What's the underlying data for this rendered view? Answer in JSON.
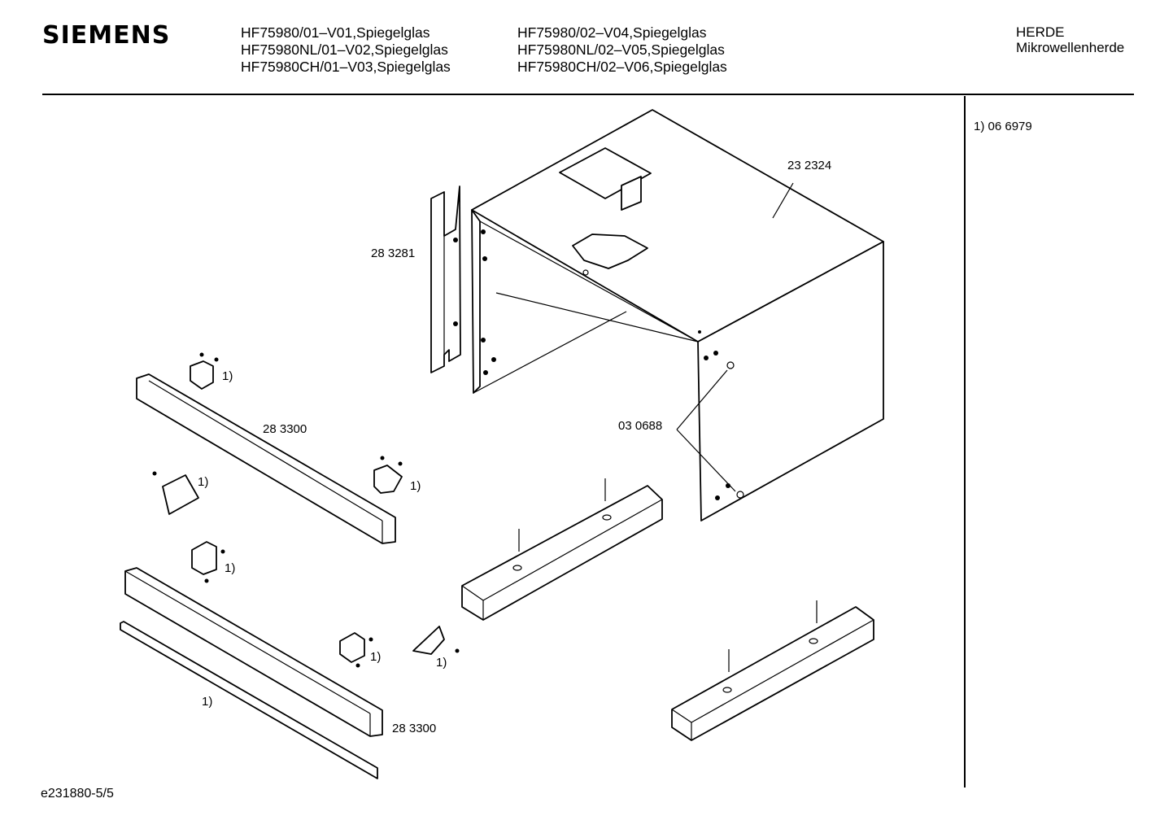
{
  "header": {
    "brand": "SIEMENS",
    "models_col1": [
      "HF75980/01–V01,Spiegelglas",
      "HF75980NL/01–V02,Spiegelglas",
      "HF75980CH/01–V03,Spiegelglas"
    ],
    "models_col2": [
      "HF75980/02–V04,Spiegelglas",
      "HF75980NL/02–V05,Spiegelglas",
      "HF75980CH/02–V06,Spiegelglas"
    ],
    "category": "HERDE",
    "subcategory": "Mikrowellenherde"
  },
  "sidebar": {
    "note": "1)  06 6979"
  },
  "diagram": {
    "part_cabinet": "23 2324",
    "part_rail": "28 3281",
    "part_trim_upper": "28 3300",
    "part_trim_lower": "28 3300",
    "part_spacer": "03 0688",
    "footnote": "1)"
  },
  "footer": {
    "drawing_id": "e231880-5/5"
  }
}
